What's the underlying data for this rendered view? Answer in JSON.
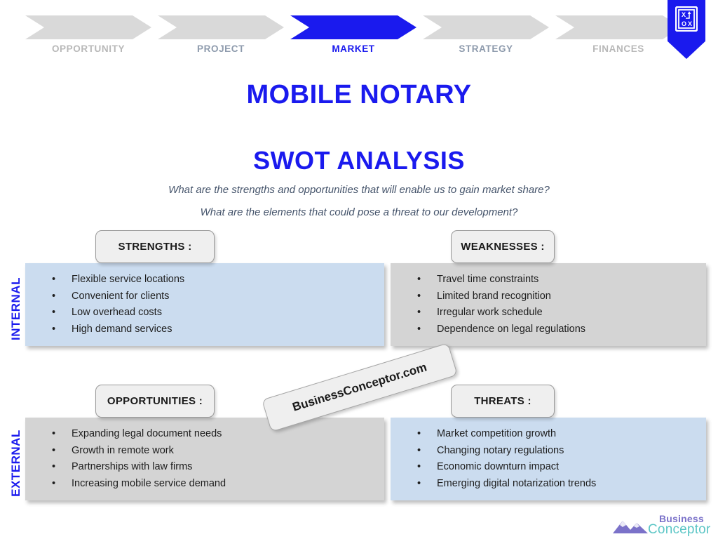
{
  "nav": {
    "steps": [
      {
        "label": "OPPORTUNITY",
        "active": false,
        "tone": "gray"
      },
      {
        "label": "PROJECT",
        "active": false,
        "tone": "slate"
      },
      {
        "label": "MARKET",
        "active": true,
        "tone": "blue"
      },
      {
        "label": "STRATEGY",
        "active": false,
        "tone": "slate"
      },
      {
        "label": "FINANCES",
        "active": false,
        "tone": "gray"
      }
    ]
  },
  "badge": {
    "icon": "strategy-playbook-icon"
  },
  "header": {
    "company_title": "MOBILE NOTARY",
    "section_title": "SWOT ANALYSIS",
    "subtitle_1": "What are the strengths and opportunities that will enable us to gain market share?",
    "subtitle_2": "What are the elements that could pose a threat to our development?"
  },
  "axes": {
    "internal": "INTERNAL",
    "external": "EXTERNAL"
  },
  "quadrants": {
    "strengths": {
      "title": "STRENGTHS :",
      "fill": "#cbdcef",
      "items": [
        "Flexible service locations",
        "Convenient for clients",
        "Low overhead costs",
        "High demand services"
      ]
    },
    "weaknesses": {
      "title": "WEAKNESSES :",
      "fill": "#d4d4d4",
      "items": [
        "Travel time constraints",
        "Limited brand recognition",
        "Irregular work schedule",
        "Dependence on legal regulations"
      ]
    },
    "opportunities": {
      "title": "OPPORTUNITIES :",
      "fill": "#d4d4d4",
      "items": [
        "Expanding legal document needs",
        "Growth in remote work",
        "Partnerships with law firms",
        "Increasing mobile service demand"
      ]
    },
    "threats": {
      "title": "THREATS :",
      "fill": "#cbdcef",
      "items": [
        "Market competition growth",
        "Changing notary regulations",
        "Economic downturn impact",
        "Emerging digital notarization trends"
      ]
    }
  },
  "watermark": {
    "text": "BusinessConceptor.com"
  },
  "footer_logo": {
    "word_1": "Business",
    "word_2": "Conceptor",
    "mark": "mountain-icon"
  },
  "colors": {
    "accent_blue": "#1a1aee",
    "quad_blue": "#cbdcef",
    "quad_gray": "#d4d4d4",
    "header_pill": "#efefef",
    "subtitle_text": "#45546b",
    "logo_purple": "#7b72c9",
    "logo_teal": "#5cc6c6"
  }
}
